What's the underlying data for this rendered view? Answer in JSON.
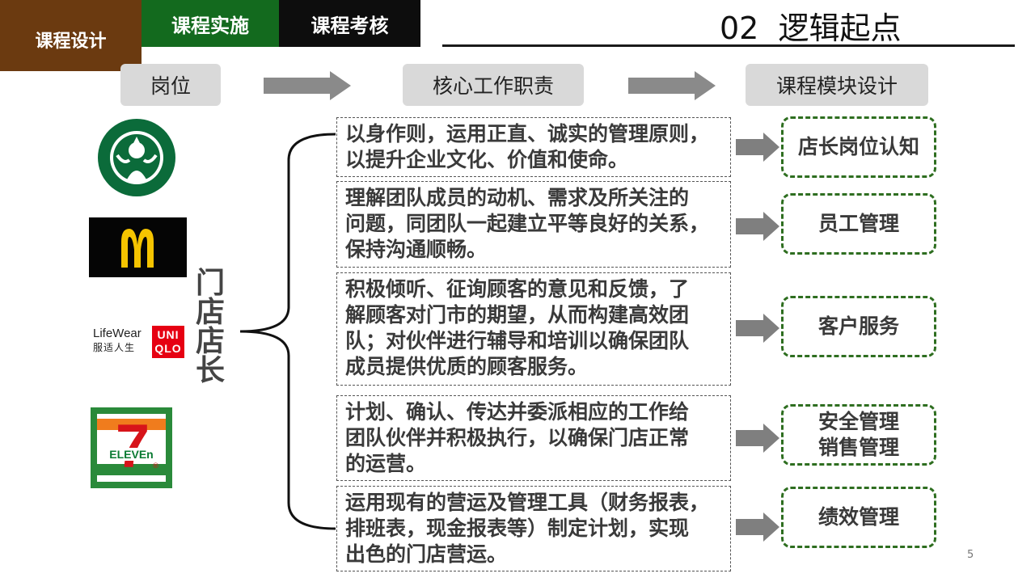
{
  "tabs": [
    "课程设计",
    "课程实施",
    "课程考核"
  ],
  "title": "02  逻辑起点",
  "headers": {
    "position": "岗位",
    "duties": "核心工作职责",
    "modules": "课程模块设计"
  },
  "role_chars": [
    "门",
    "店",
    "店",
    "长"
  ],
  "logos": {
    "starbucks": "starbucks-siren-logo",
    "mcdonalds": "mcdonalds-arches-logo",
    "uniqlo": {
      "tagline_en": "LifeWear",
      "tagline_cn": "服适人生",
      "brand_top": "UNI",
      "brand_bottom": "QLO"
    },
    "seven_eleven": {
      "digit": "7",
      "word": "ELEVEn",
      "mark": "®"
    }
  },
  "rows": [
    {
      "duty": [
        "以身作则，运用正直、诚实的管理原则，",
        "以提升企业文化、价值和使命。"
      ],
      "module": [
        "店长岗位认知"
      ]
    },
    {
      "duty": [
        "理解团队成员的动机、需求及所关注的",
        "问题，同团队一起建立平等良好的关系，",
        "保持沟通顺畅。"
      ],
      "module": [
        "员工管理"
      ]
    },
    {
      "duty": [
        "积极倾听、征询顾客的意见和反馈，了",
        "解顾客对门市的期望，从而构建高效团",
        "队；对伙伴进行辅导和培训以确保团队",
        "成员提供优质的顾客服务。"
      ],
      "module": [
        "客户服务"
      ]
    },
    {
      "duty": [
        "计划、确认、传达并委派相应的工作给",
        "团队伙伴并积极执行，以确保门店正常",
        "的运营。"
      ],
      "module": [
        "安全管理",
        "销售管理"
      ]
    },
    {
      "duty": [
        "运用现有的营运及管理工具（财务报表，",
        "排班表，现金报表等）制定计划，实现",
        "出色的门店营运。"
      ],
      "module": [
        "绩效管理"
      ]
    }
  ],
  "page_number": "5",
  "colors": {
    "brown": "#6b3a10",
    "green": "#136a1e",
    "black": "#0d0d0d",
    "module_border": "#2e6e20",
    "arrow": "#7f7f7f"
  }
}
